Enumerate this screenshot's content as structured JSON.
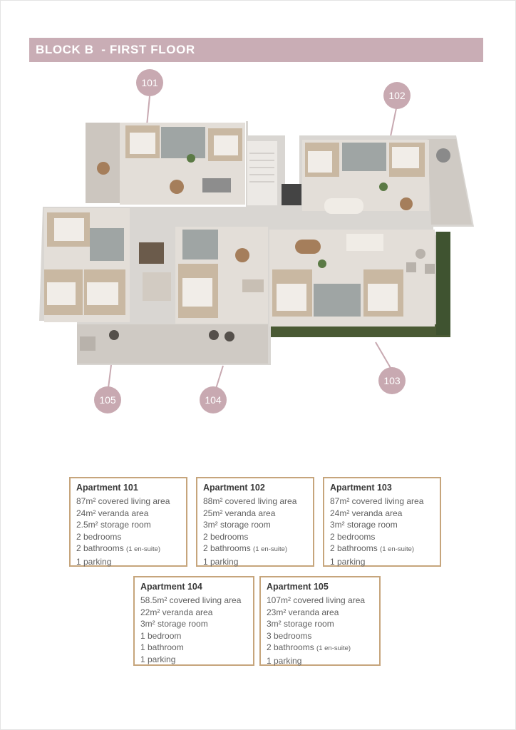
{
  "header": {
    "title": "BLOCK B  - FIRST FLOOR"
  },
  "markers": [
    {
      "label": "101"
    },
    {
      "label": "102"
    },
    {
      "label": "103"
    },
    {
      "label": "104"
    },
    {
      "label": "105"
    }
  ],
  "apartments": [
    {
      "title": "Apartment 101",
      "covered": "87m² covered living area",
      "veranda": "24m² veranda area",
      "storage": "2.5m² storage room",
      "bedrooms": "2 bedrooms",
      "bathrooms": "2 bathrooms",
      "bathroom_note": "(1 en-suite)",
      "parking": "1 parking"
    },
    {
      "title": "Apartment 102",
      "covered": "88m² covered living area",
      "veranda": "25m² veranda area",
      "storage": "3m² storage room",
      "bedrooms": "2 bedrooms",
      "bathrooms": "2 bathrooms",
      "bathroom_note": "(1 en-suite)",
      "parking": "1 parking"
    },
    {
      "title": "Apartment 103",
      "covered": "87m² covered living area",
      "veranda": "24m² veranda area",
      "storage": "3m² storage room",
      "bedrooms": "2 bedrooms",
      "bathrooms": "2 bathrooms",
      "bathroom_note": "(1 en-suite)",
      "parking": "1 parking"
    },
    {
      "title": "Apartment 104",
      "covered": "58.5m² covered living area",
      "veranda": "22m² veranda area",
      "storage": "3m² storage room",
      "bedrooms": "1 bedroom",
      "bathrooms": "1 bathroom",
      "bathroom_note": "",
      "parking": "1 parking"
    },
    {
      "title": "Apartment 105",
      "covered": "107m² covered living area",
      "veranda": "23m² veranda area",
      "storage": "3m² storage room",
      "bedrooms": "3 bedrooms",
      "bathrooms": "2 bathrooms",
      "bathroom_note": "(1 en-suite)",
      "parking": "1 parking"
    }
  ],
  "colors": {
    "title_bar": "#c9adb5",
    "marker": "#c8a9b1",
    "box_border": "#c6a57c"
  }
}
